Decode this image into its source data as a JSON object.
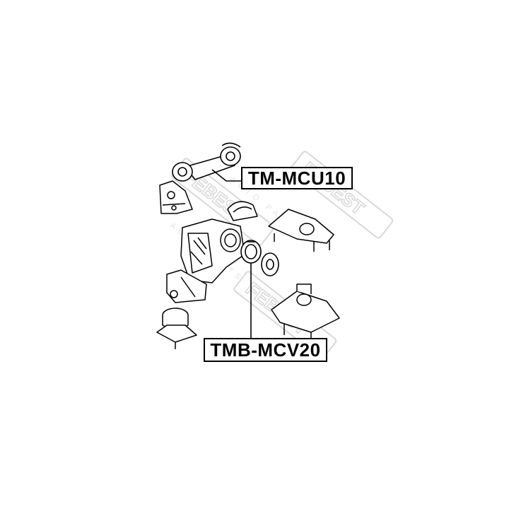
{
  "diagram": {
    "callouts": [
      {
        "id": "mcu",
        "label": "TM-MCU10"
      },
      {
        "id": "mcv",
        "label": "TMB-MCV20"
      }
    ],
    "watermark": "FEBEST AUTO PARTS",
    "colors": {
      "line": "#000000",
      "watermark": "#d8d8d8",
      "background": "#ffffff"
    }
  }
}
